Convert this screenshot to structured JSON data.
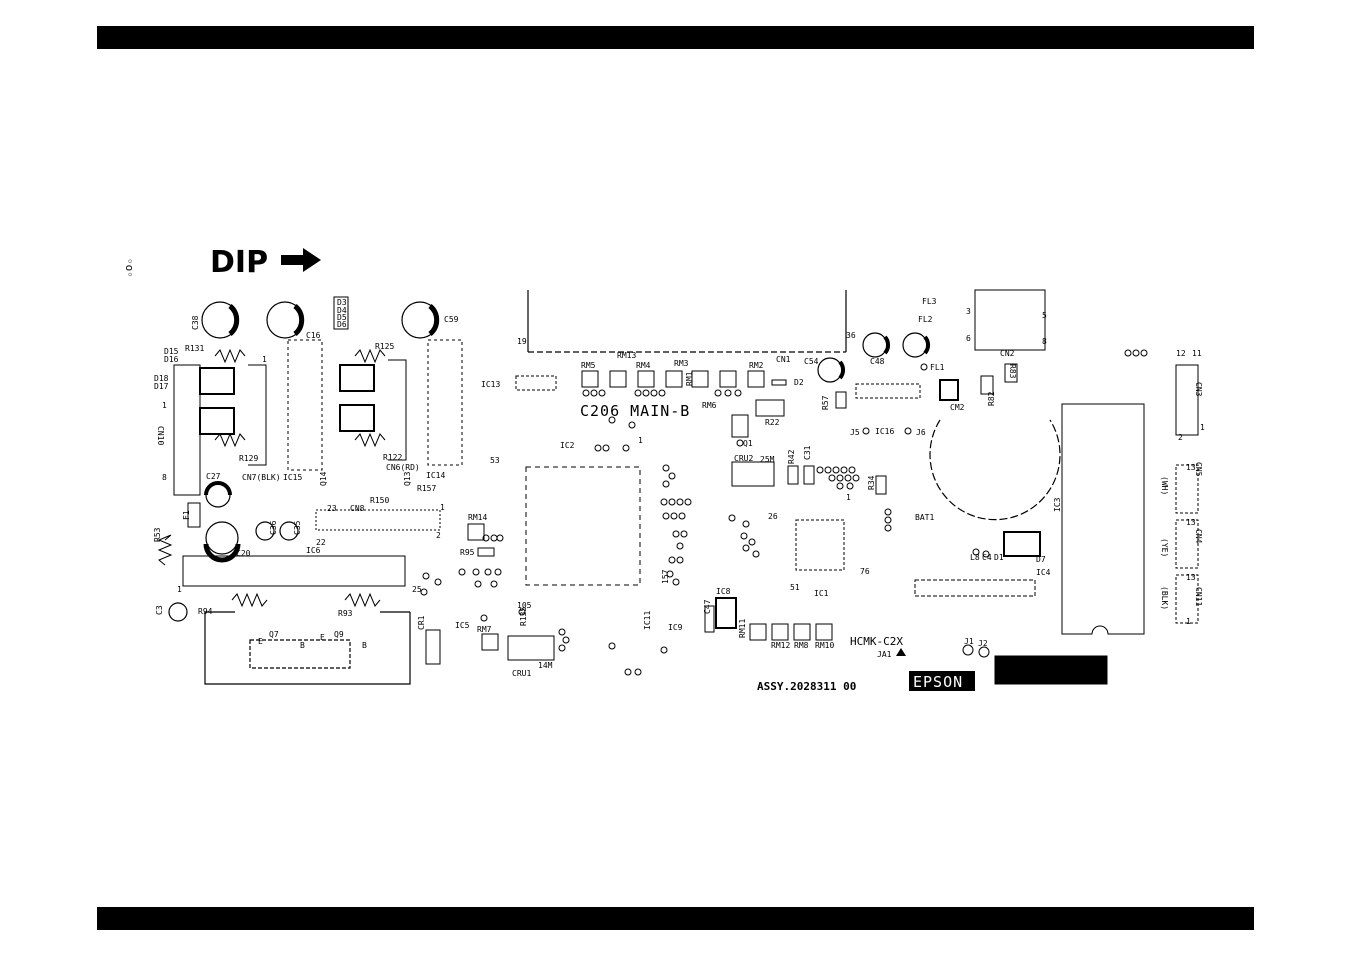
{
  "board": {
    "dip_text": "DIP",
    "title": "C206 MAIN-B",
    "assy": "ASSY.2028311 00",
    "brand": "EPSON",
    "hcmk": "HCMK-C2X",
    "ja1": "JA1",
    "orient": "◦o◦"
  },
  "labels": [
    {
      "id": "C38",
      "t": "C38"
    },
    {
      "id": "C16",
      "t": "C16"
    },
    {
      "id": "C59",
      "t": "C59"
    },
    {
      "id": "D3",
      "t": "D3"
    },
    {
      "id": "D4",
      "t": "D4"
    },
    {
      "id": "D5",
      "t": "D5"
    },
    {
      "id": "D6",
      "t": "D6"
    },
    {
      "id": "R131",
      "t": "R131"
    },
    {
      "id": "D15",
      "t": "D15"
    },
    {
      "id": "D16",
      "t": "D16"
    },
    {
      "id": "D18",
      "t": "D18"
    },
    {
      "id": "D17",
      "t": "D17"
    },
    {
      "id": "CN10",
      "t": "CN10"
    },
    {
      "id": "R129",
      "t": "R129"
    },
    {
      "id": "CN7",
      "t": "CN7(BLK)"
    },
    {
      "id": "IC15",
      "t": "IC15"
    },
    {
      "id": "R125",
      "t": "R125"
    },
    {
      "id": "R122",
      "t": "R122"
    },
    {
      "id": "CN6",
      "t": "CN6(RD)"
    },
    {
      "id": "IC14",
      "t": "IC14"
    },
    {
      "id": "R150",
      "t": "R150"
    },
    {
      "id": "R157",
      "t": "R157"
    },
    {
      "id": "Q14",
      "t": "Q14"
    },
    {
      "id": "Q13",
      "t": "Q13"
    },
    {
      "id": "CN8",
      "t": "CN8"
    },
    {
      "id": "C27",
      "t": "C27"
    },
    {
      "id": "F1",
      "t": "F1"
    },
    {
      "id": "R53",
      "t": "R53"
    },
    {
      "id": "C20",
      "t": "C20"
    },
    {
      "id": "C36",
      "t": "C36"
    },
    {
      "id": "C35",
      "t": "C35"
    },
    {
      "id": "IC6",
      "t": "IC6"
    },
    {
      "id": "C3",
      "t": "C3"
    },
    {
      "id": "R94",
      "t": "R94"
    },
    {
      "id": "R93",
      "t": "R93"
    },
    {
      "id": "Q7",
      "t": "Q7"
    },
    {
      "id": "Q9",
      "t": "Q9"
    },
    {
      "id": "CR1",
      "t": "CR1"
    },
    {
      "id": "RM14",
      "t": "RM14"
    },
    {
      "id": "R95",
      "t": "R95"
    },
    {
      "id": "IC5",
      "t": "IC5"
    },
    {
      "id": "RM7",
      "t": "RM7"
    },
    {
      "id": "R135",
      "t": "R135"
    },
    {
      "id": "CRU1",
      "t": "CRU1"
    },
    {
      "id": "IC13",
      "t": "IC13"
    },
    {
      "id": "IC2",
      "t": "IC2"
    },
    {
      "id": "RM5",
      "t": "RM5"
    },
    {
      "id": "RM13",
      "t": "RM13"
    },
    {
      "id": "RM4",
      "t": "RM4"
    },
    {
      "id": "RM3",
      "t": "RM3"
    },
    {
      "id": "RM1",
      "t": "RM1"
    },
    {
      "id": "RM6",
      "t": "RM6"
    },
    {
      "id": "RM2",
      "t": "RM2"
    },
    {
      "id": "CN1",
      "t": "CN1"
    },
    {
      "id": "D2",
      "t": "D2"
    },
    {
      "id": "R22",
      "t": "R22"
    },
    {
      "id": "Q1",
      "t": "Q1"
    },
    {
      "id": "CRU2",
      "t": "CRU2"
    },
    {
      "id": "R42",
      "t": "R42"
    },
    {
      "id": "C31",
      "t": "C31"
    },
    {
      "id": "R34",
      "t": "R34"
    },
    {
      "id": "C54",
      "t": "C54"
    },
    {
      "id": "R57",
      "t": "R57"
    },
    {
      "id": "C48",
      "t": "C48"
    },
    {
      "id": "IC16",
      "t": "IC16"
    },
    {
      "id": "J5",
      "t": "J5"
    },
    {
      "id": "J6",
      "t": "J6"
    },
    {
      "id": "IC1",
      "t": "IC1"
    },
    {
      "id": "IC8",
      "t": "IC8"
    },
    {
      "id": "C47",
      "t": "C47"
    },
    {
      "id": "IC11",
      "t": "IC11"
    },
    {
      "id": "IC9",
      "t": "IC9"
    },
    {
      "id": "RM11",
      "t": "RM11"
    },
    {
      "id": "RM12",
      "t": "RM12"
    },
    {
      "id": "RM8",
      "t": "RM8"
    },
    {
      "id": "RM10",
      "t": "RM10"
    },
    {
      "id": "FL3",
      "t": "FL3"
    },
    {
      "id": "FL2",
      "t": "FL2"
    },
    {
      "id": "FL1",
      "t": "FL1"
    },
    {
      "id": "CN2",
      "t": "CN2"
    },
    {
      "id": "R83",
      "t": "R83"
    },
    {
      "id": "R82",
      "t": "R82"
    },
    {
      "id": "CM2",
      "t": "CM2"
    },
    {
      "id": "BAT1",
      "t": "BAT1"
    },
    {
      "id": "D7",
      "t": "D7"
    },
    {
      "id": "IC4",
      "t": "IC4"
    },
    {
      "id": "IC3",
      "t": "IC3"
    },
    {
      "id": "CN3",
      "t": "CN3"
    },
    {
      "id": "CN5",
      "t": "CN5"
    },
    {
      "id": "CN4",
      "t": "CN4"
    },
    {
      "id": "CN11",
      "t": "CN11"
    },
    {
      "id": "WH",
      "t": "(WH)"
    },
    {
      "id": "YE",
      "t": "(YE)"
    },
    {
      "id": "BLK",
      "t": "(BLK)"
    },
    {
      "id": "J1",
      "t": "J1"
    },
    {
      "id": "J2",
      "t": "J2"
    },
    {
      "id": "L8",
      "t": "L8"
    },
    {
      "id": "C4",
      "t": "C4"
    },
    {
      "id": "D1",
      "t": "D1"
    }
  ],
  "pins": {
    "p1": "1",
    "p2": "2",
    "p3": "3",
    "p5": "5",
    "p6": "6",
    "p8": "8",
    "p11": "11",
    "p12": "12",
    "p13": "13",
    "p14": "14",
    "p19": "19",
    "p22": "22",
    "p23": "23",
    "p25": "25",
    "p26": "26",
    "p36": "36",
    "p51": "51",
    "p53": "53",
    "p76": "76",
    "p105": "105",
    "p157": "157",
    "p1M": "14M",
    "p25M": "25M",
    "pE": "E",
    "pB": "B"
  }
}
